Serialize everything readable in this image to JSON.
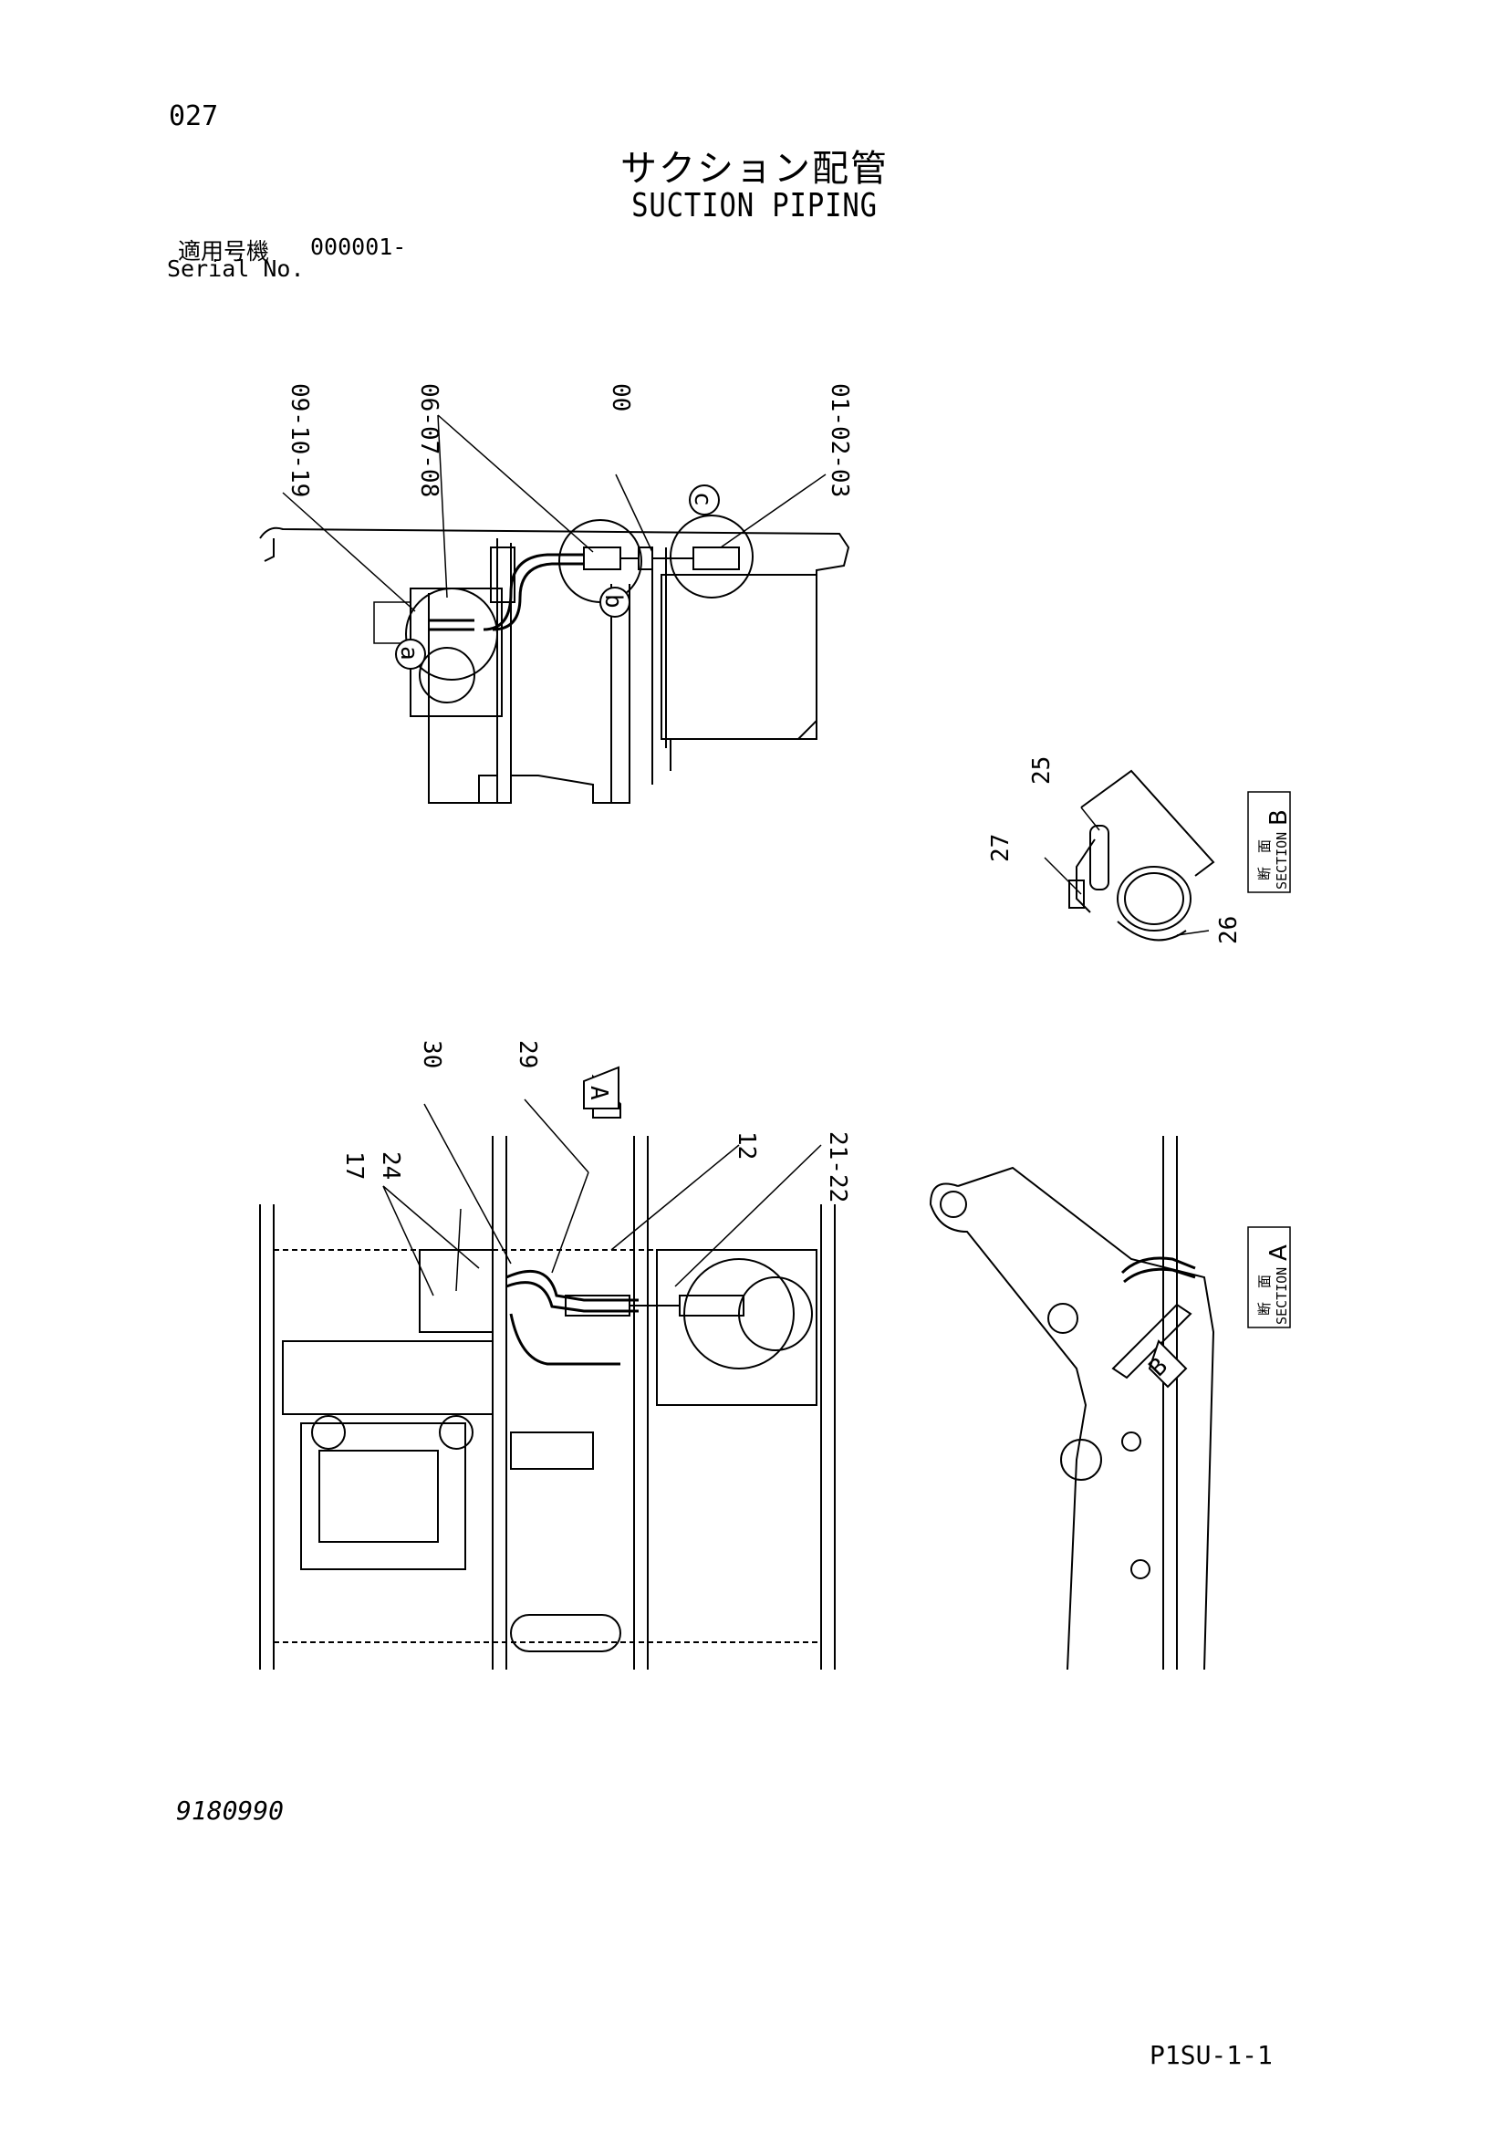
{
  "header": {
    "page_number": "027",
    "title_jp": "サクション配管",
    "title_en": "SUCTION PIPING",
    "serial_label_jp": "適用号機",
    "serial_value": "000001-",
    "serial_label_en": "Serial No."
  },
  "top_view": {
    "callouts": [
      "09-10-19",
      "06-07-08",
      "00",
      "01-02-03"
    ],
    "detail_circles": [
      "a",
      "b",
      "c"
    ]
  },
  "section_b": {
    "callouts": [
      "25",
      "27",
      "26"
    ],
    "label_jp_1": "断",
    "label_jp_2": "面",
    "label_en": "SECTION",
    "label_letter": "B"
  },
  "bottom_view": {
    "callouts": [
      "30",
      "29",
      "17",
      "24",
      "12",
      "21-22"
    ],
    "view_marker": "A"
  },
  "section_a": {
    "label_jp_1": "断",
    "label_jp_2": "面",
    "label_en": "SECTION",
    "label_letter": "A",
    "view_marker": "B"
  },
  "footer": {
    "doc_code": "9180990",
    "page_ref": "P1SU-1-1"
  }
}
